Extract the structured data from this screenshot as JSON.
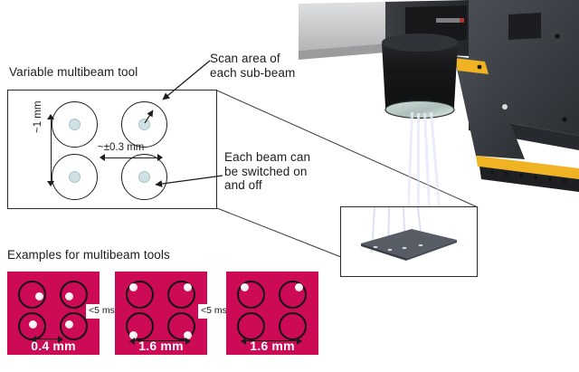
{
  "figure": {
    "title_left": "Variable multibeam tool",
    "examples_title": "Examples for multibeam tools"
  },
  "annotations": {
    "scan_area": "Scan area of\neach sub-beam",
    "switch": "Each beam can\nbe switched on\nand off"
  },
  "dimensions": {
    "vertical": "~1 mm",
    "horizontal": "~±0.3 mm"
  },
  "tool_diagram": {
    "beams": [
      {
        "name": "top-left",
        "on": true
      },
      {
        "name": "top-right",
        "on": true
      },
      {
        "name": "bottom-left",
        "on": true
      },
      {
        "name": "bottom-right",
        "on": true
      }
    ]
  },
  "examples": {
    "transition_label": "<5 ms",
    "panels": [
      {
        "name": "panel-spacing-0-4mm",
        "caption": "0.4 mm",
        "beams": [
          {
            "name": "top-left",
            "on": true,
            "pos": "inner"
          },
          {
            "name": "top-right",
            "on": true,
            "pos": "inner"
          },
          {
            "name": "bottom-left",
            "on": true,
            "pos": "inner"
          },
          {
            "name": "bottom-right",
            "on": true,
            "pos": "inner"
          }
        ]
      },
      {
        "name": "panel-spacing-1-6mm-all-on",
        "caption": "1.6 mm",
        "beams": [
          {
            "name": "top-left",
            "on": true,
            "pos": "outer"
          },
          {
            "name": "top-right",
            "on": true,
            "pos": "outer"
          },
          {
            "name": "bottom-left",
            "on": true,
            "pos": "outer"
          },
          {
            "name": "bottom-right",
            "on": true,
            "pos": "outer"
          }
        ]
      },
      {
        "name": "panel-spacing-1-6mm-two-off",
        "caption": "1.6 mm",
        "beams": [
          {
            "name": "top-left",
            "on": true,
            "pos": "outer"
          },
          {
            "name": "top-right",
            "on": true,
            "pos": "outer"
          },
          {
            "name": "bottom-left",
            "on": false,
            "pos": "outer"
          },
          {
            "name": "bottom-right",
            "on": false,
            "pos": "outer"
          }
        ]
      }
    ]
  },
  "colors": {
    "panel_magenta": "#cc0a55",
    "beam_fill": "#cfe1e2",
    "outline": "#1d1d1d",
    "machine_dark": "#3a3d42",
    "machine_light": "#c9cacb",
    "accent_yellow": "#f0b323"
  }
}
